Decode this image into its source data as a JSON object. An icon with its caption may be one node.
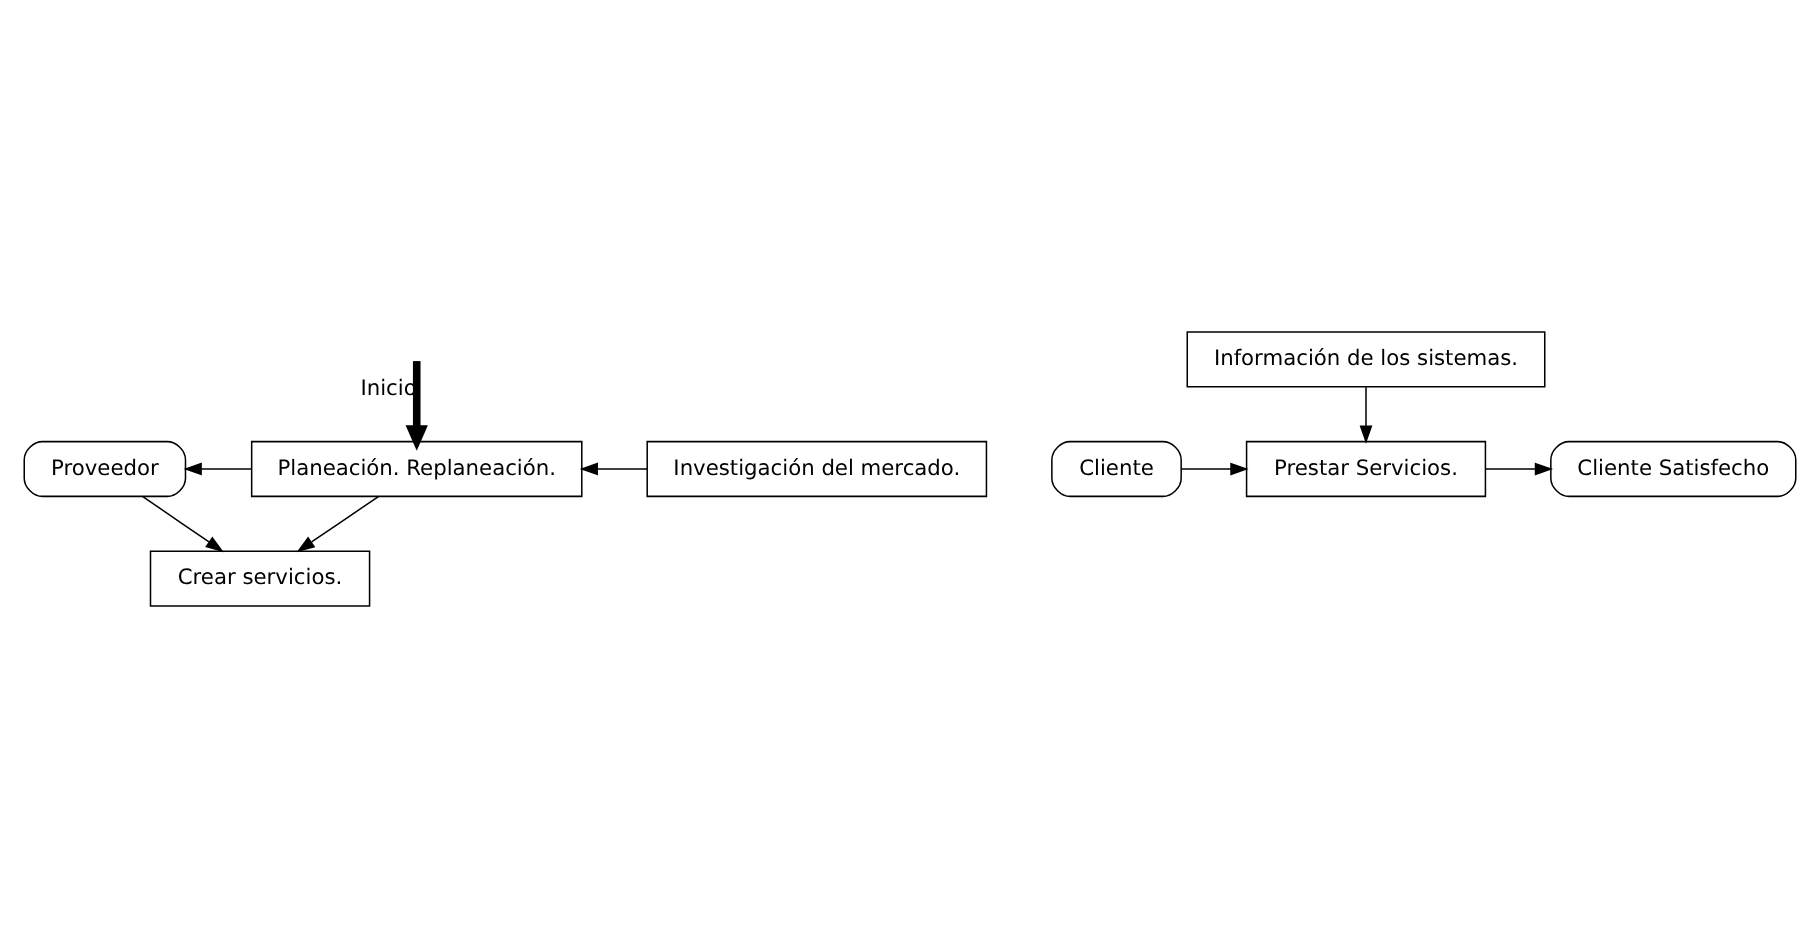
{
  "diagram": {
    "nodes": [
      {
        "text": [
          "Proveedor"
        ]
      },
      {
        "text": [
          "Planeación. Replaneación."
        ]
      },
      {
        "text": [
          "Investigación del mercado."
        ]
      },
      {
        "text": [
          "Crear servicios."
        ]
      },
      {
        "text": [
          "Prestar Servicios."
        ]
      },
      {
        "text": [
          "Cliente"
        ]
      },
      {
        "text": [
          "Cliente Satisfecho"
        ]
      },
      {
        "text": [
          "Información de los sistemas."
        ]
      }
    ],
    "edges": [
      {
        "from": null,
        "to": 1,
        "arrow": "to",
        "label": "Inicio",
        "style": "thick"
      },
      {
        "from": 1,
        "to": 0,
        "arrow": "to"
      },
      {
        "from": 2,
        "to": 1,
        "arrow": "to"
      },
      {
        "from": 1,
        "to": 3,
        "arrow": "to"
      },
      {
        "from": 0,
        "to": 3,
        "arrow": "to"
      },
      {
        "from": 5,
        "to": 4,
        "arrow": "to"
      },
      {
        "from": 4,
        "to": 6,
        "arrow": "to"
      },
      {
        "from": 7,
        "to": 4,
        "arrow": "to"
      }
    ]
  }
}
